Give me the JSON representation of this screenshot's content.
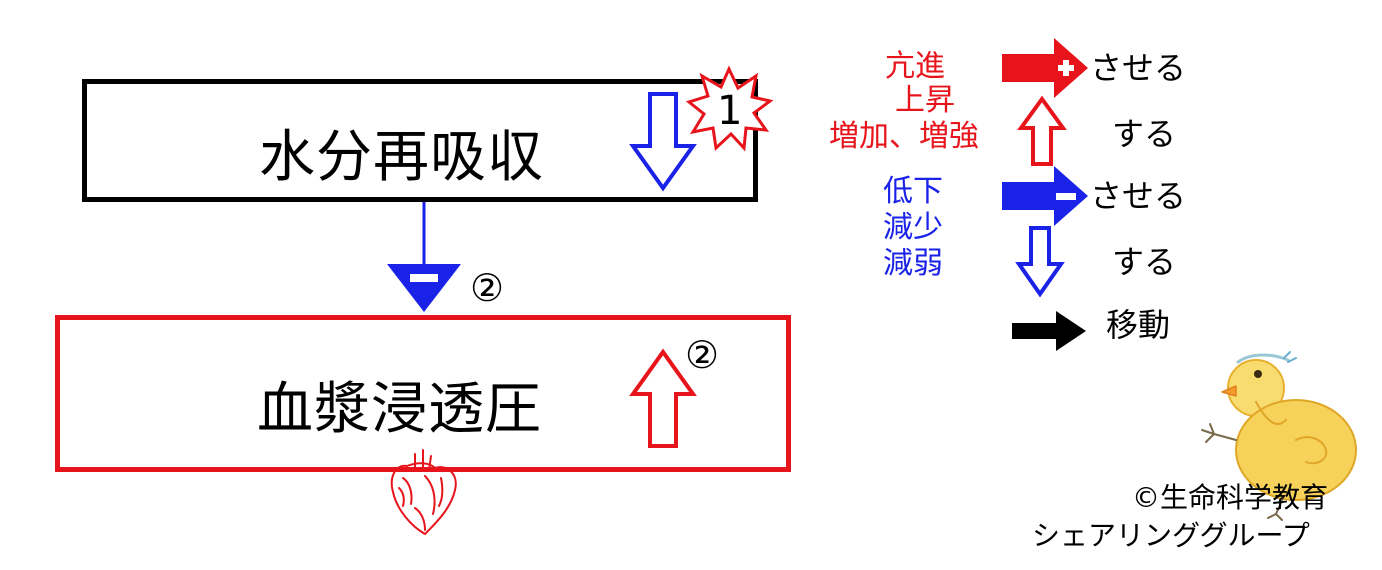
{
  "diagram": {
    "top_box": {
      "label": "水分再吸収",
      "marker": "1"
    },
    "bottom_box": {
      "label": "血漿浸透圧",
      "marker": "②"
    },
    "connector": {
      "sign": "−",
      "marker": "②"
    }
  },
  "legend": {
    "increase_words": [
      "亢進",
      "上昇",
      "増加、増強"
    ],
    "decrease_words": [
      "低下",
      "減少",
      "減弱"
    ],
    "promote_label": "させる",
    "increase_label": "する",
    "inhibit_label": "させる",
    "decrease_label": "する",
    "move_label": "移動"
  },
  "footer": {
    "line1": "©生命科学教育",
    "line2": "シェアリンググループ"
  },
  "colors": {
    "increase": "#e8141c",
    "decrease": "#1a22e8",
    "neutral": "#000000"
  },
  "icons": [
    "heart-icon",
    "chick-illustration"
  ]
}
